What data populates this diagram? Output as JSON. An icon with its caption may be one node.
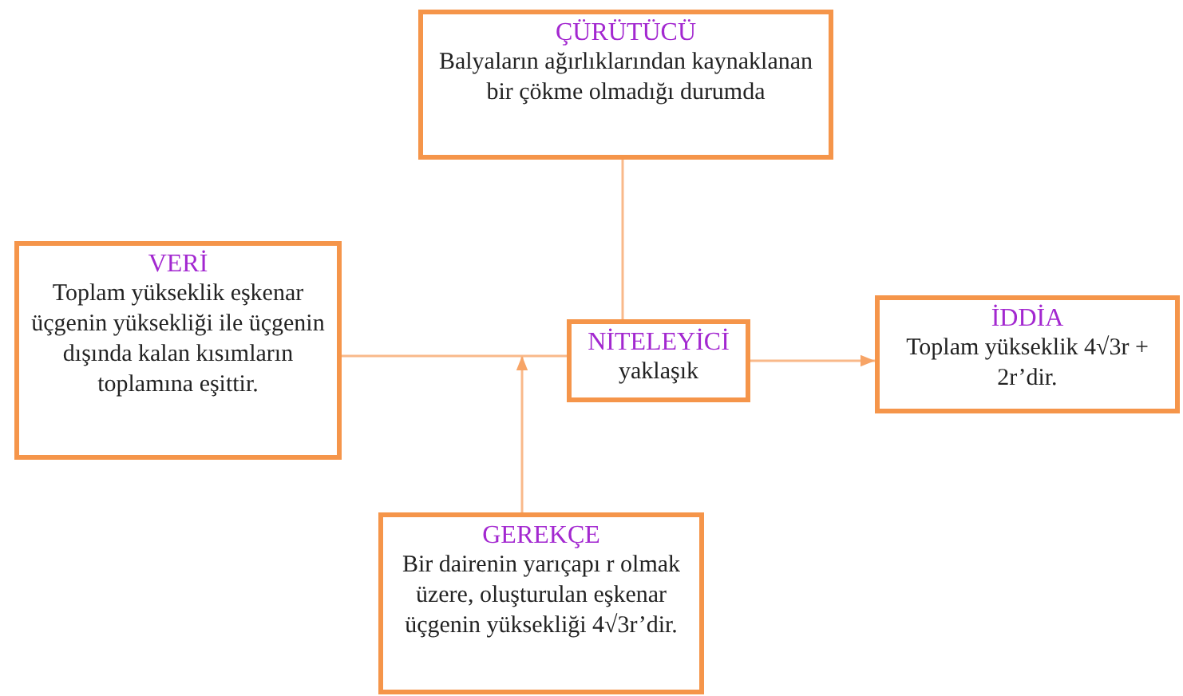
{
  "diagram": {
    "nodes": [
      {
        "text": [
          "ÇÜRÜTÜCÜ",
          "Balyaların ağırlıklarından kaynaklanan bir çökme olmadığı durumda"
        ]
      },
      {
        "text": [
          "VERİ",
          "Toplam yükseklik eşkenar üçgenin yüksekliği ile üçgenin dışında kalan kısımların toplamına eşittir."
        ]
      },
      {
        "text": [
          "NİTELEYİCİ",
          "yaklaşık"
        ]
      },
      {
        "text": [
          "İDDİA",
          "Toplam yükseklik 4√3r + 2r’dir."
        ]
      },
      {
        "text": [
          "GEREKÇE",
          "Bir dairenin yarıçapı r olmak üzere, oluşturulan eşkenar üçgenin yüksekliği 4√3r’dir."
        ]
      }
    ],
    "edges": [
      {
        "from": 1,
        "to": 2,
        "arrow": "none"
      },
      {
        "from": 4,
        "to": null,
        "arrow": "to"
      },
      {
        "from": 2,
        "to": 3,
        "arrow": "to"
      },
      {
        "from": 0,
        "to": 2,
        "arrow": "none"
      }
    ]
  }
}
